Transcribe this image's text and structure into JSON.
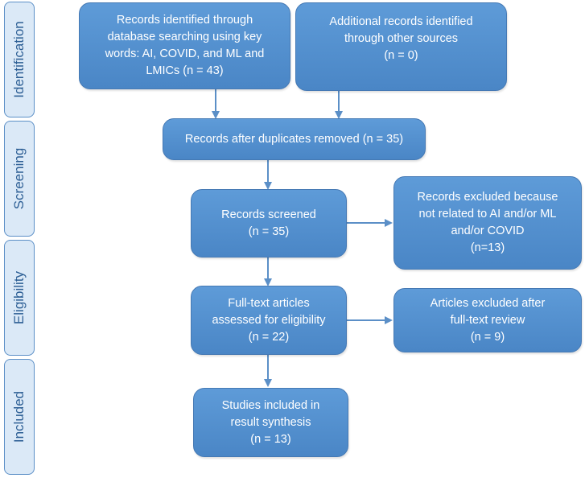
{
  "phases": {
    "identification": "Identification",
    "screening": "Screening",
    "eligibility": "Eligibility",
    "included": "Included"
  },
  "boxes": {
    "records_identified": "Records identified through\ndatabase searching using key\nwords: AI, COVID, and ML and\nLMICs (n = 43)",
    "additional_records": "Additional records identified\nthrough other sources\n(n = 0)",
    "after_duplicates": "Records after duplicates removed (n = 35)",
    "records_screened": "Records screened\n(n = 35)",
    "records_excluded": "Records excluded because\nnot related to AI and/or ML\nand/or COVID\n(n=13)",
    "fulltext_assessed": "Full-text articles\nassessed for eligibility\n(n = 22)",
    "articles_excluded": "Articles excluded after\nfull-text review\n(n = 9)",
    "studies_included": "Studies included in\nresult synthesis\n(n = 13)"
  },
  "colors": {
    "box_fill": "#4f8bca",
    "phase_fill": "#dbe9f7",
    "phase_border": "#5b8fc7",
    "phase_text": "#2d5f95",
    "arrow": "#5b8fc7"
  }
}
